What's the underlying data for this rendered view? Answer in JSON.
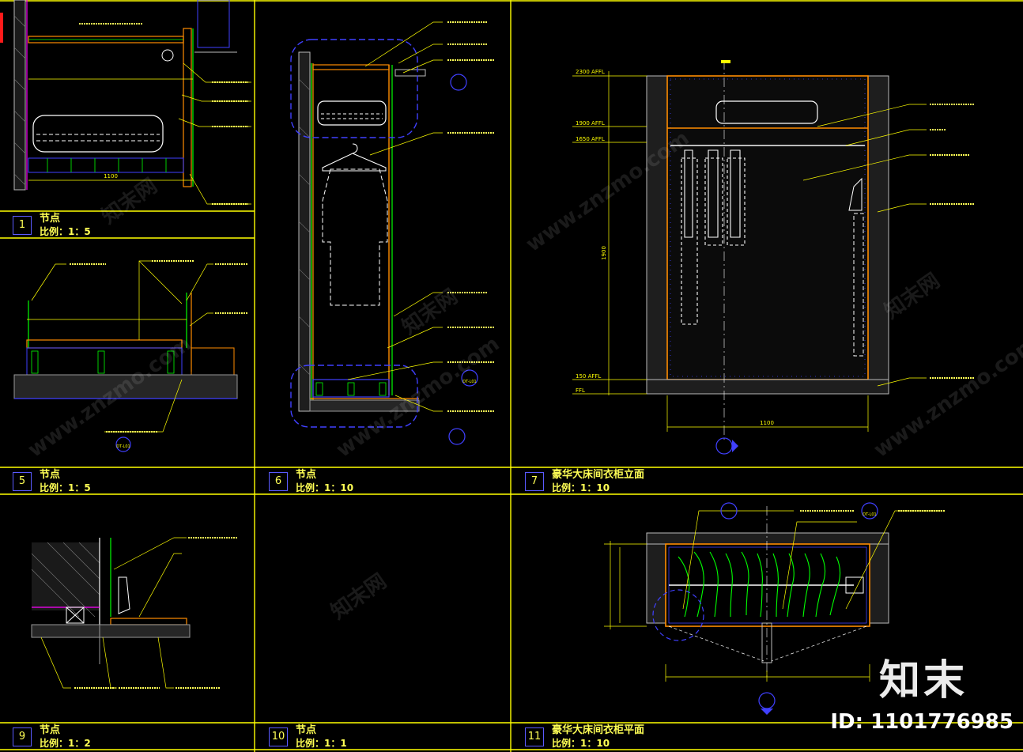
{
  "panels": [
    {
      "num": "1",
      "title": "节点",
      "scale": "比例：1：5"
    },
    {
      "num": "5",
      "title": "节点",
      "scale": "比例：1：5"
    },
    {
      "num": "6",
      "title": "节点",
      "scale": "比例：1：10"
    },
    {
      "num": "7",
      "title": "豪华大床间衣柜立面",
      "scale": "比例：1：10"
    },
    {
      "num": "9",
      "title": "节点",
      "scale": "比例：1：2"
    },
    {
      "num": "10",
      "title": "节点",
      "scale": "比例：1：1"
    },
    {
      "num": "11",
      "title": "豪华大床间衣柜平面",
      "scale": "比例：1：10"
    }
  ],
  "elevation_levels": [
    "2300 AFFL",
    "1900 AFFL",
    "1650 AFFL",
    "150 AFFL",
    "FFL"
  ],
  "dimensions": {
    "panel1_width": "1100",
    "elev_height": "1900",
    "elev_width": "1100"
  },
  "callout_refs": {
    "detail": "DT-L01"
  },
  "watermark": {
    "site": "www.znzmo.com",
    "cn": "知末网"
  },
  "brand": "知末",
  "image_id": "ID: 1101776985",
  "colors": {
    "frame": "#ffff00",
    "wall": "#d4d4d4",
    "cabinet": "#ff8c00",
    "panel_blue": "#4040ff",
    "green": "#00ff00",
    "magenta": "#ff00ff",
    "cyan": "#00e5ff",
    "red_marker": "#ff1a1a"
  }
}
